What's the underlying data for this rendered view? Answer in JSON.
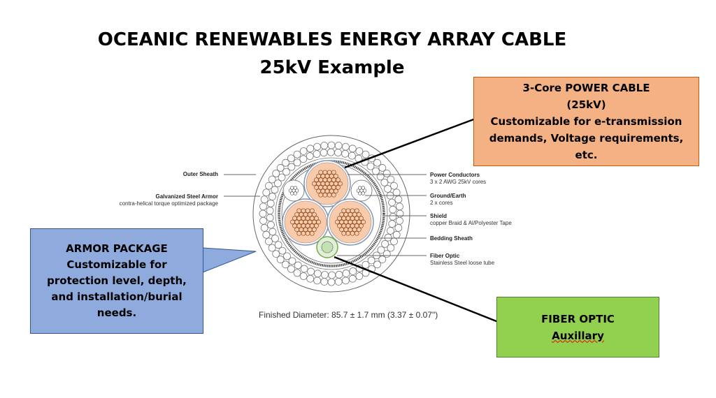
{
  "title": {
    "line1": "OCEANIC RENEWABLES ENERGY ARRAY CABLE",
    "line2": "25kV Example"
  },
  "labels_left": [
    {
      "name": "Outer Sheath",
      "desc": ""
    },
    {
      "name": "Galvanized Steel Armor",
      "desc": "contra-helical torque optimized package"
    }
  ],
  "labels_right": [
    {
      "name": "Power Conductors",
      "desc": "3 x 2 AWG 25kV cores"
    },
    {
      "name": "Ground/Earth",
      "desc": "2 x cores"
    },
    {
      "name": "Shield",
      "desc": "copper Braid & Al/Polyester Tape"
    },
    {
      "name": "Bedding Sheath",
      "desc": ""
    },
    {
      "name": "Fiber Optic",
      "desc": "Stainless Steel loose tube"
    }
  ],
  "diameter": "Finished Diameter:  85.7 ± 1.7 mm (3.37 ± 0.07\")",
  "callouts": {
    "power": [
      "3-Core POWER CABLE",
      "(25kV)",
      "Customizable for e-transmission",
      "demands, Voltage requirements,",
      "etc."
    ],
    "armor": [
      "ARMOR PACKAGE",
      "Customizable for",
      "protection level, depth,",
      "and installation/burial",
      "needs."
    ],
    "fiber": [
      "FIBER OPTIC",
      "Auxillary"
    ]
  },
  "colors": {
    "power": "#f4b183",
    "armor": "#8faadc",
    "fiber": "#92d050",
    "copper": "#f8cbad"
  }
}
